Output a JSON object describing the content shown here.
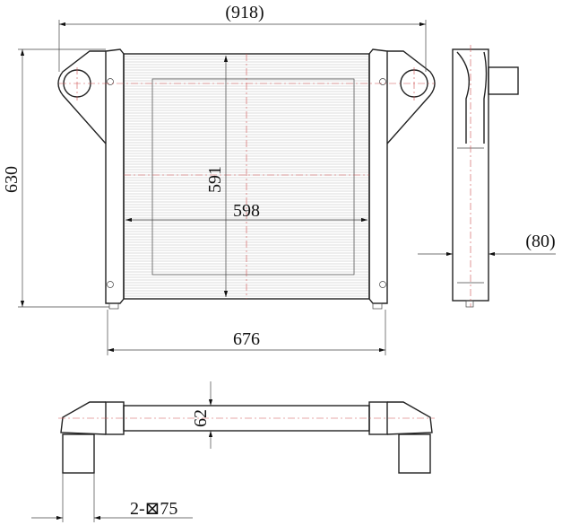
{
  "drawing": {
    "front_view": {
      "overall_width": "(918)",
      "overall_height": "630",
      "core_height": "591",
      "core_width": "598",
      "tank_width": "676"
    },
    "side_view": {
      "depth": "(80)"
    },
    "bottom_view": {
      "tube_height": "62",
      "pipe_spec": "2-⊠75"
    },
    "colors": {
      "line": "#222222",
      "centerline": "#d05050"
    }
  }
}
